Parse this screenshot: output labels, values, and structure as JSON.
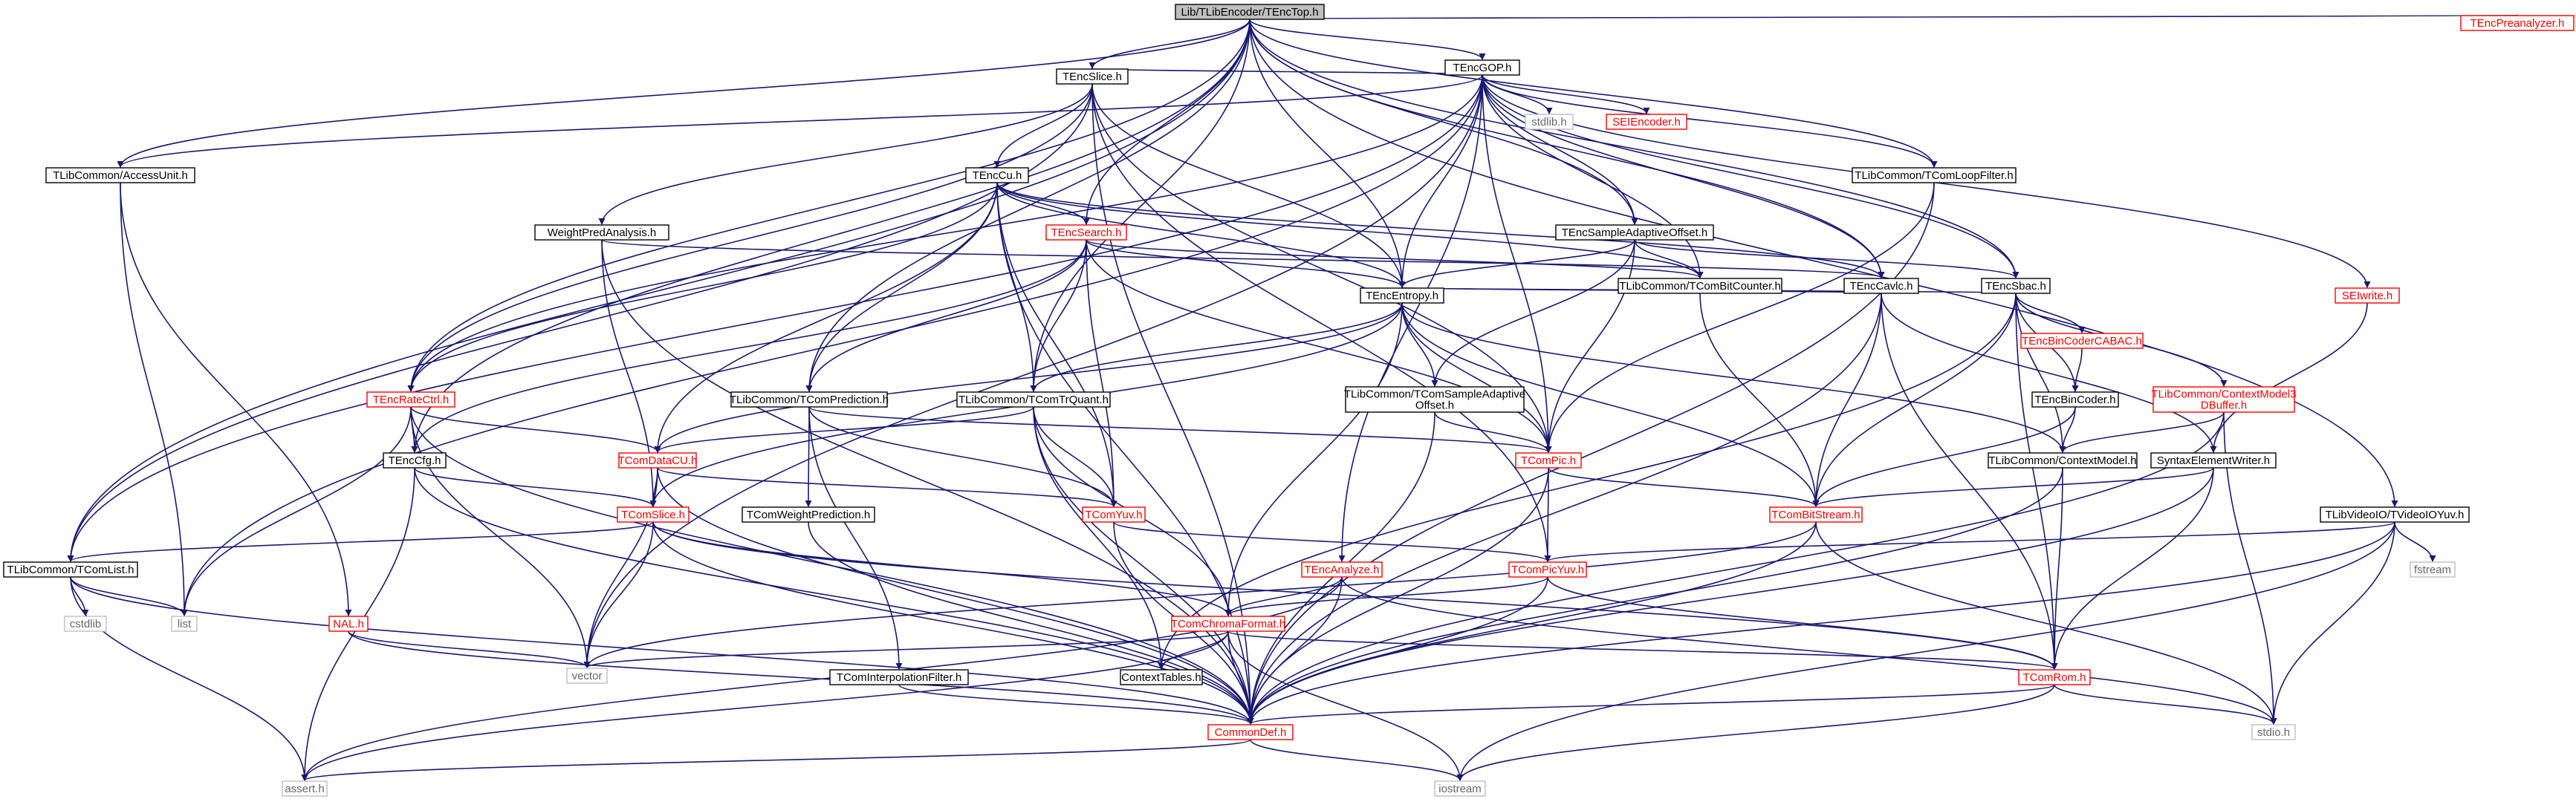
{
  "colors": {
    "edge": "#191970",
    "normal_border": "#000000",
    "normal_text": "#000000",
    "red_border": "#ff0000",
    "red_text": "#ff0000",
    "gray_border": "#bfbfbf",
    "gray_text": "#666666",
    "root_fill": "#bfbfbf"
  },
  "nodes": [
    {
      "id": "root",
      "label": "Lib/TLibEncoder/TEncTop.h",
      "style": "root"
    },
    {
      "id": "preanalyzer",
      "label": "TEncPreanalyzer.h",
      "style": "red"
    },
    {
      "id": "gop",
      "label": "TEncGOP.h",
      "style": "normal"
    },
    {
      "id": "slice",
      "label": "TEncSlice.h",
      "style": "normal"
    },
    {
      "id": "stdlib",
      "label": "stdlib.h",
      "style": "gray"
    },
    {
      "id": "seienc",
      "label": "SEIEncoder.h",
      "style": "red"
    },
    {
      "id": "accessunit",
      "label": "TLibCommon/AccessUnit.h",
      "style": "normal"
    },
    {
      "id": "loopfilter",
      "label": "TLibCommon/TComLoopFilter.h",
      "style": "normal"
    },
    {
      "id": "cu",
      "label": "TEncCu.h",
      "style": "normal"
    },
    {
      "id": "weightpred",
      "label": "WeightPredAnalysis.h",
      "style": "normal"
    },
    {
      "id": "search",
      "label": "TEncSearch.h",
      "style": "red"
    },
    {
      "id": "sao",
      "label": "TEncSampleAdaptiveOffset.h",
      "style": "normal"
    },
    {
      "id": "bitcounter",
      "label": "TLibCommon/TComBitCounter.h",
      "style": "normal"
    },
    {
      "id": "cavlc",
      "label": "TEncCavlc.h",
      "style": "normal"
    },
    {
      "id": "sbac",
      "label": "TEncSbac.h",
      "style": "normal"
    },
    {
      "id": "seiwrite",
      "label": "SEIwrite.h",
      "style": "red"
    },
    {
      "id": "entropy",
      "label": "TEncEntropy.h",
      "style": "normal"
    },
    {
      "id": "bincabac",
      "label": "TEncBinCoderCABAC.h",
      "style": "red"
    },
    {
      "id": "ratectrl",
      "label": "TEncRateCtrl.h",
      "style": "red"
    },
    {
      "id": "prediction",
      "label": "TLibCommon/TComPrediction.h",
      "style": "normal"
    },
    {
      "id": "trquant",
      "label": "TLibCommon/TComTrQuant.h",
      "style": "normal"
    },
    {
      "id": "comsao",
      "label": [
        "TLibCommon/TComSampleAdaptive",
        "Offset.h"
      ],
      "style": "normal"
    },
    {
      "id": "bincoder",
      "label": "TEncBinCoder.h",
      "style": "normal"
    },
    {
      "id": "ctxmodel3d",
      "label": [
        "TLibCommon/ContextModel3",
        "DBuffer.h"
      ],
      "style": "red"
    },
    {
      "id": "enccfg",
      "label": "TEncCfg.h",
      "style": "normal"
    },
    {
      "id": "datacu",
      "label": "TComDataCU.h",
      "style": "red"
    },
    {
      "id": "compic",
      "label": "TComPic.h",
      "style": "red"
    },
    {
      "id": "ctxmodel",
      "label": "TLibCommon/ContextModel.h",
      "style": "normal"
    },
    {
      "id": "syntaxwriter",
      "label": "SyntaxElementWriter.h",
      "style": "normal"
    },
    {
      "id": "comslice",
      "label": "TComSlice.h",
      "style": "red"
    },
    {
      "id": "weightprediction",
      "label": "TComWeightPrediction.h",
      "style": "normal"
    },
    {
      "id": "comyuv",
      "label": "TComYuv.h",
      "style": "red"
    },
    {
      "id": "bitstream",
      "label": "TComBitStream.h",
      "style": "red"
    },
    {
      "id": "videoio",
      "label": "TLibVideoIO/TVideoIOYuv.h",
      "style": "normal"
    },
    {
      "id": "comlist",
      "label": "TLibCommon/TComList.h",
      "style": "normal"
    },
    {
      "id": "analyze",
      "label": "TEncAnalyze.h",
      "style": "red"
    },
    {
      "id": "picyuv",
      "label": "TComPicYuv.h",
      "style": "red"
    },
    {
      "id": "fstream",
      "label": "fstream",
      "style": "gray"
    },
    {
      "id": "cstdlib",
      "label": "cstdlib",
      "style": "gray"
    },
    {
      "id": "list",
      "label": "list",
      "style": "gray"
    },
    {
      "id": "nal",
      "label": "NAL.h",
      "style": "red"
    },
    {
      "id": "chroma",
      "label": "TComChromaFormat.h",
      "style": "red"
    },
    {
      "id": "vector",
      "label": "vector",
      "style": "gray"
    },
    {
      "id": "interp",
      "label": "TComInterpolationFilter.h",
      "style": "normal"
    },
    {
      "id": "contexttables",
      "label": "ContextTables.h",
      "style": "normal"
    },
    {
      "id": "comrom",
      "label": "TComRom.h",
      "style": "red"
    },
    {
      "id": "commondef",
      "label": "CommonDef.h",
      "style": "red"
    },
    {
      "id": "stdio",
      "label": "stdio.h",
      "style": "gray"
    },
    {
      "id": "assert",
      "label": "assert.h",
      "style": "gray"
    },
    {
      "id": "iostream",
      "label": "iostream",
      "style": "gray"
    }
  ],
  "edges": [
    [
      "root",
      "preanalyzer"
    ],
    [
      "root",
      "gop"
    ],
    [
      "root",
      "slice"
    ],
    [
      "root",
      "accessunit"
    ],
    [
      "root",
      "loopfilter"
    ],
    [
      "root",
      "search"
    ],
    [
      "root",
      "cavlc"
    ],
    [
      "root",
      "sbac"
    ],
    [
      "root",
      "entropy"
    ],
    [
      "root",
      "ratectrl"
    ],
    [
      "root",
      "prediction"
    ],
    [
      "root",
      "trquant"
    ],
    [
      "root",
      "enccfg"
    ],
    [
      "root",
      "comlist"
    ],
    [
      "root",
      "videoio"
    ],
    [
      "root",
      "sao"
    ],
    [
      "gop",
      "slice"
    ],
    [
      "gop",
      "stdlib"
    ],
    [
      "gop",
      "seienc"
    ],
    [
      "gop",
      "accessunit"
    ],
    [
      "gop",
      "loopfilter"
    ],
    [
      "gop",
      "sao"
    ],
    [
      "gop",
      "bitcounter"
    ],
    [
      "gop",
      "cavlc"
    ],
    [
      "gop",
      "sbac"
    ],
    [
      "gop",
      "seiwrite"
    ],
    [
      "gop",
      "entropy"
    ],
    [
      "gop",
      "ratectrl"
    ],
    [
      "gop",
      "comlist"
    ],
    [
      "gop",
      "list"
    ],
    [
      "gop",
      "analyze"
    ],
    [
      "gop",
      "compic"
    ],
    [
      "gop",
      "vector"
    ],
    [
      "slice",
      "cu"
    ],
    [
      "slice",
      "weightpred"
    ],
    [
      "slice",
      "entropy"
    ],
    [
      "slice",
      "ratectrl"
    ],
    [
      "slice",
      "comlist"
    ],
    [
      "slice",
      "compic"
    ],
    [
      "slice",
      "picyuv"
    ],
    [
      "slice",
      "commondef"
    ],
    [
      "accessunit",
      "nal"
    ],
    [
      "accessunit",
      "list"
    ],
    [
      "loopfilter",
      "compic"
    ],
    [
      "loopfilter",
      "commondef"
    ],
    [
      "cu",
      "search"
    ],
    [
      "cu",
      "entropy"
    ],
    [
      "cu",
      "prediction"
    ],
    [
      "cu",
      "trquant"
    ],
    [
      "cu",
      "datacu"
    ],
    [
      "cu",
      "bitcounter"
    ],
    [
      "cu",
      "comyuv"
    ],
    [
      "cu",
      "ratectrl"
    ],
    [
      "cu",
      "cavlc"
    ],
    [
      "cu",
      "commondef"
    ],
    [
      "weightpred",
      "cavlc"
    ],
    [
      "weightpred",
      "comslice"
    ],
    [
      "weightpred",
      "commondef"
    ],
    [
      "search",
      "entropy"
    ],
    [
      "search",
      "prediction"
    ],
    [
      "search",
      "trquant"
    ],
    [
      "search",
      "enccfg"
    ],
    [
      "search",
      "comyuv"
    ],
    [
      "search",
      "compic"
    ],
    [
      "search",
      "bitcounter"
    ],
    [
      "sao",
      "entropy"
    ],
    [
      "sao",
      "comsao"
    ],
    [
      "sao",
      "compic"
    ],
    [
      "sao",
      "bitcounter"
    ],
    [
      "sao",
      "sbac"
    ],
    [
      "bitcounter",
      "bitstream"
    ],
    [
      "cavlc",
      "entropy"
    ],
    [
      "cavlc",
      "syntaxwriter"
    ],
    [
      "cavlc",
      "bitstream"
    ],
    [
      "cavlc",
      "commondef"
    ],
    [
      "cavlc",
      "comrom"
    ],
    [
      "sbac",
      "entropy"
    ],
    [
      "sbac",
      "bincabac"
    ],
    [
      "sbac",
      "bincoder"
    ],
    [
      "sbac",
      "ctxmodel3d"
    ],
    [
      "sbac",
      "ctxmodel"
    ],
    [
      "sbac",
      "bitstream"
    ],
    [
      "sbac",
      "contexttables"
    ],
    [
      "sbac",
      "comrom"
    ],
    [
      "seiwrite",
      "syntaxwriter"
    ],
    [
      "entropy",
      "trquant"
    ],
    [
      "entropy",
      "comsao"
    ],
    [
      "entropy",
      "datacu"
    ],
    [
      "entropy",
      "comslice"
    ],
    [
      "entropy",
      "compic"
    ],
    [
      "entropy",
      "bitstream"
    ],
    [
      "entropy",
      "ctxmodel"
    ],
    [
      "entropy",
      "chroma"
    ],
    [
      "bincabac",
      "bincoder"
    ],
    [
      "ratectrl",
      "enccfg"
    ],
    [
      "ratectrl",
      "datacu"
    ],
    [
      "ratectrl",
      "list"
    ],
    [
      "ratectrl",
      "vector"
    ],
    [
      "ratectrl",
      "commondef"
    ],
    [
      "prediction",
      "compic"
    ],
    [
      "prediction",
      "comyuv"
    ],
    [
      "prediction",
      "weightprediction"
    ],
    [
      "prediction",
      "interp"
    ],
    [
      "trquant",
      "datacu"
    ],
    [
      "trquant",
      "comyuv"
    ],
    [
      "trquant",
      "chroma"
    ],
    [
      "trquant",
      "contexttables"
    ],
    [
      "trquant",
      "commondef"
    ],
    [
      "comsao",
      "compic"
    ],
    [
      "comsao",
      "commondef"
    ],
    [
      "bincoder",
      "ctxmodel"
    ],
    [
      "bincoder",
      "bitstream"
    ],
    [
      "ctxmodel3d",
      "ctxmodel"
    ],
    [
      "ctxmodel3d",
      "stdio"
    ],
    [
      "ctxmodel3d",
      "commondef"
    ],
    [
      "enccfg",
      "comslice"
    ],
    [
      "enccfg",
      "commondef"
    ],
    [
      "enccfg",
      "assert"
    ],
    [
      "datacu",
      "comslice"
    ],
    [
      "datacu",
      "comyuv"
    ],
    [
      "datacu",
      "vector"
    ],
    [
      "datacu",
      "commondef"
    ],
    [
      "compic",
      "bitstream"
    ],
    [
      "compic",
      "picyuv"
    ],
    [
      "compic",
      "commondef"
    ],
    [
      "ctxmodel",
      "comrom"
    ],
    [
      "ctxmodel",
      "commondef"
    ],
    [
      "syntaxwriter",
      "bitstream"
    ],
    [
      "syntaxwriter",
      "comrom"
    ],
    [
      "syntaxwriter",
      "commondef"
    ],
    [
      "comslice",
      "comlist"
    ],
    [
      "comslice",
      "chroma"
    ],
    [
      "comslice",
      "comrom"
    ],
    [
      "comslice",
      "vector"
    ],
    [
      "comslice",
      "commondef"
    ],
    [
      "weightprediction",
      "commondef"
    ],
    [
      "comyuv",
      "picyuv"
    ],
    [
      "comyuv",
      "commondef"
    ],
    [
      "bitstream",
      "vector"
    ],
    [
      "bitstream",
      "stdio"
    ],
    [
      "bitstream",
      "commondef"
    ],
    [
      "videoio",
      "picyuv"
    ],
    [
      "videoio",
      "fstream"
    ],
    [
      "videoio",
      "stdio"
    ],
    [
      "videoio",
      "iostream"
    ],
    [
      "videoio",
      "commondef"
    ],
    [
      "comlist",
      "cstdlib"
    ],
    [
      "comlist",
      "list"
    ],
    [
      "comlist",
      "assert"
    ],
    [
      "comlist",
      "commondef"
    ],
    [
      "analyze",
      "chroma"
    ],
    [
      "analyze",
      "stdio"
    ],
    [
      "analyze",
      "assert"
    ],
    [
      "analyze",
      "commondef"
    ],
    [
      "picyuv",
      "chroma"
    ],
    [
      "picyuv",
      "comrom"
    ],
    [
      "picyuv",
      "commondef"
    ],
    [
      "nal",
      "vector"
    ],
    [
      "nal",
      "commondef"
    ],
    [
      "chroma",
      "vector"
    ],
    [
      "chroma",
      "contexttables"
    ],
    [
      "chroma",
      "comrom"
    ],
    [
      "chroma",
      "iostream"
    ],
    [
      "chroma",
      "commondef"
    ],
    [
      "chroma",
      "assert"
    ],
    [
      "interp",
      "commondef"
    ],
    [
      "comrom",
      "stdio"
    ],
    [
      "comrom",
      "iostream"
    ],
    [
      "comrom",
      "commondef"
    ],
    [
      "commondef",
      "assert"
    ],
    [
      "commondef",
      "iostream"
    ]
  ]
}
